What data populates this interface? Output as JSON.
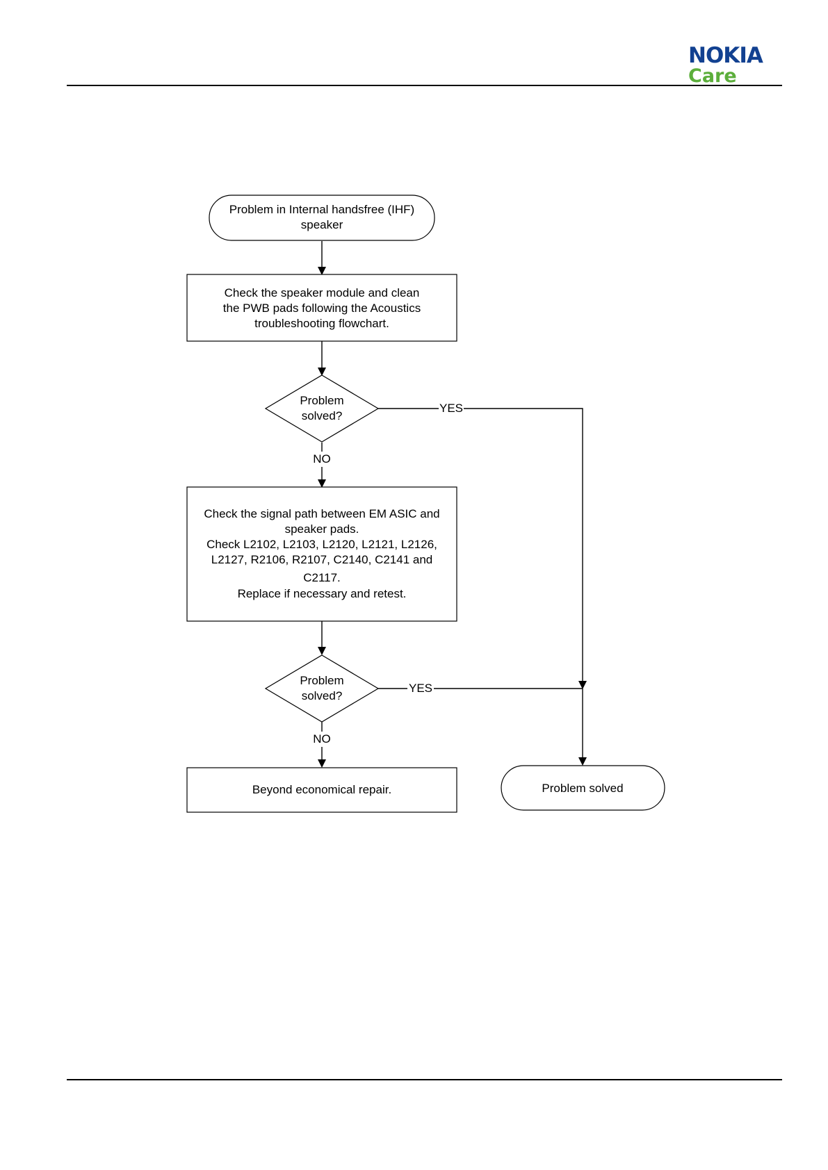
{
  "header": {
    "logo_brand": "NOKIA",
    "logo_sub": "Care",
    "brand_color": "#124191",
    "sub_color": "#5cae3b"
  },
  "flowchart": {
    "start": {
      "line1": "Problem in Internal handsfree (IHF)",
      "line2": "speaker"
    },
    "step1": {
      "lines": [
        "Check the speaker module and clean",
        "the PWB pads following the Acoustics",
        "troubleshooting flowchart."
      ]
    },
    "decision1": {
      "line1": "Problem",
      "line2": "solved?",
      "yes_label": "YES",
      "no_label": "NO"
    },
    "step2": {
      "lines": [
        "Check the signal path between EM ASIC and",
        "speaker pads.",
        "Check L2102, L2103, L2120, L2121, L2126,",
        "L2127, R2106, R2107, C2140, C2141 and",
        "C2117.",
        "Replace if necessary and retest."
      ]
    },
    "decision2": {
      "line1": "Problem",
      "line2": "solved?",
      "yes_label": "YES",
      "no_label": "NO"
    },
    "end_fail": {
      "label": "Beyond economical repair."
    },
    "end_ok": {
      "label": "Problem solved"
    }
  }
}
